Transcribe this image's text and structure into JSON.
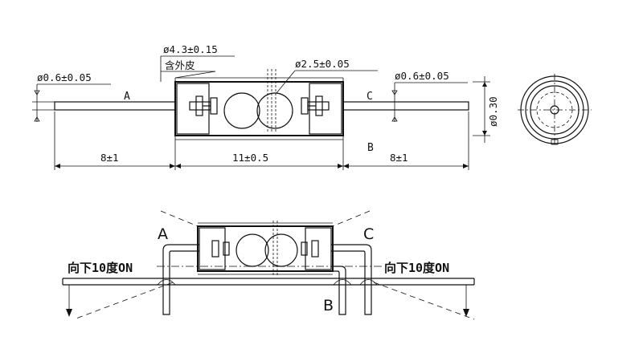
{
  "dimensions": {
    "outer_diameter": "ø4.3±0.15",
    "sleeve_note": "含外皮",
    "lead_diameter_left": "ø0.6±0.05",
    "lead_diameter_right": "ø0.6±0.05",
    "ball_diameter": "ø2.5±0.05",
    "lead_length_left": "8±1",
    "body_length": "11±0.5",
    "lead_length_right": "8±1",
    "offset": "ø0.30"
  },
  "labels": {
    "a_top": "A",
    "c_top": "C",
    "b_top": "B",
    "a_bottom": "A",
    "c_bottom": "C",
    "b_bottom": "B",
    "tilt_left": "向下10度ON",
    "tilt_right": "向下10度ON"
  },
  "colors": {
    "line": "#111111",
    "background": "#ffffff"
  }
}
